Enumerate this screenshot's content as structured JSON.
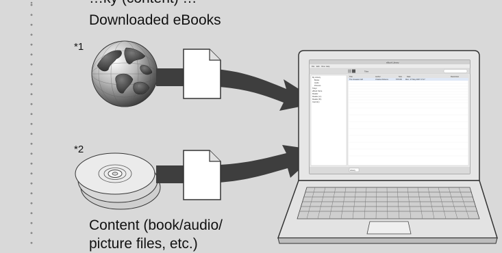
{
  "top_text_partial": "…ky (content) …",
  "heading": "Downloaded eBooks",
  "markers": {
    "first": "*1",
    "second": "*2"
  },
  "caption": {
    "line1": "Content (book/audio/",
    "line2": "picture files, etc.)"
  },
  "app_window": {
    "title": "eBook Library",
    "menu": [
      "File",
      "Edit",
      "View",
      "Help"
    ],
    "toolbar_view": "Titles",
    "sidebar_items": [
      "My Library",
      "Books",
      "Audio",
      "Pictures",
      "Tokyo",
      "eBook Store",
      "Reader",
      "Reader (A:)",
      "Reader (B:)",
      "Card (E:)"
    ],
    "columns": [
      "Title",
      "Author",
      "Size",
      "Date",
      "Restriction"
    ],
    "row": {
      "title": "The Greatest Gift",
      "author": "Charles Dickens",
      "size": "575 KB",
      "date": "Mon, 17 May 2007 17:17"
    },
    "status": "Library"
  }
}
